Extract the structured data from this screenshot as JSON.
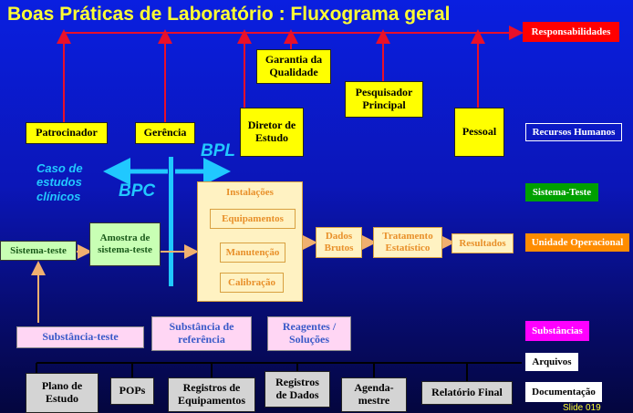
{
  "title": "Boas Práticas de Laboratório : Fluxograma geral",
  "categories": {
    "responsabilidades": "Responsabilidades",
    "recursos_humanos": "Recursos Humanos",
    "sistema_teste": "Sistema-Teste",
    "unidade_operacional": "Unidade Operacional",
    "substancias": "Substâncias",
    "arquivos": "Arquivos",
    "documentacao": "Documentação"
  },
  "roles": {
    "patrocinador": "Patrocinador",
    "gerencia": "Gerência",
    "diretor": "Diretor de Estudo",
    "garantia": "Garantia da Qualidade",
    "pesquisador": "Pesquisador Principal",
    "pessoal": "Pessoal"
  },
  "labels": {
    "caso": "Caso de estudos clínicos",
    "bpc": "BPC",
    "bpl": "BPL"
  },
  "flow": {
    "sistema_teste": "Sistema-teste",
    "amostra": "Amostra de sistema-teste",
    "instalacoes": "Instalações",
    "equipamentos": "Equipamentos",
    "manutencao": "Manutenção",
    "calibracao": "Calibração",
    "dados_brutos": "Dados Brutos",
    "tratamento": "Tratamento Estatístico",
    "resultados": "Resultados"
  },
  "substances": {
    "teste": "Substância-teste",
    "referencia": "Substância de referência",
    "reagentes": "Reagentes / Soluções"
  },
  "docs": {
    "plano": "Plano de Estudo",
    "pops": "POPs",
    "registros_equip": "Registros de Equipamentos",
    "registros_dados": "Registros de Dados",
    "agendamestre": "Agenda-mestre",
    "relatorio": "Relatório Final"
  },
  "slide": "Slide 019",
  "colors": {
    "responsabilidades": "#ff0000",
    "sistema_teste": "#00a000",
    "unidade_operacional": "#ff8c00",
    "substancias": "#ff00ff",
    "arrow_red": "#e8102a",
    "arrow_cyan": "#20c8ff",
    "arrow_tan": "#f0b070"
  }
}
